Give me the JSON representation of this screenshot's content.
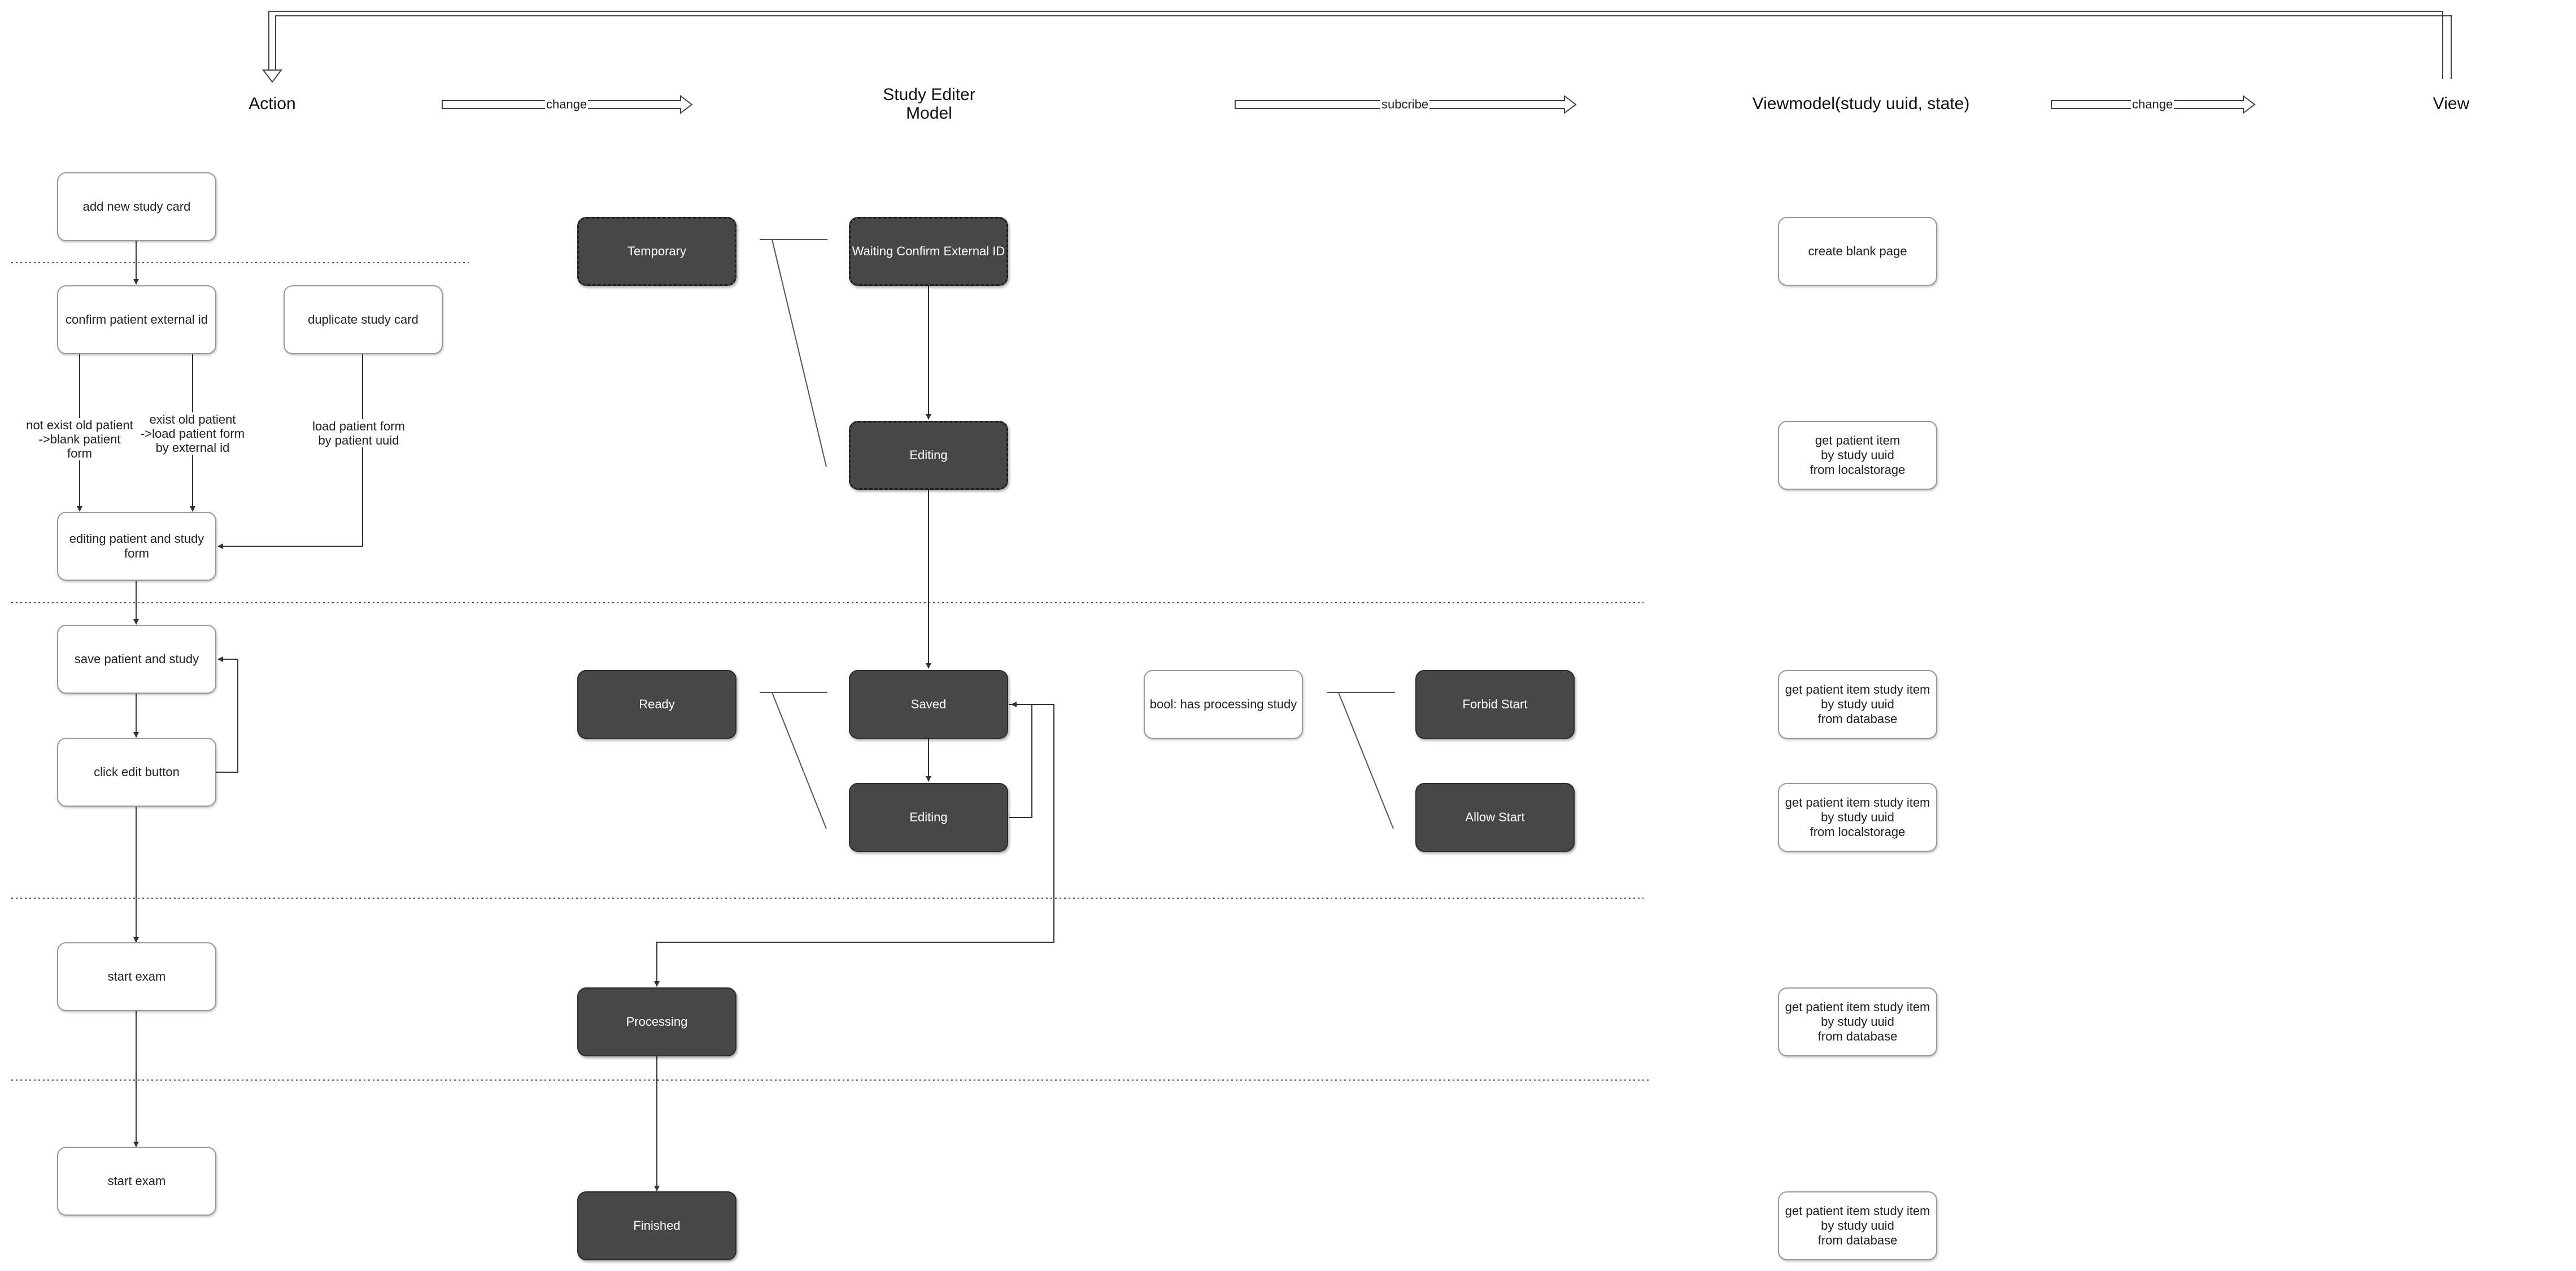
{
  "columns": {
    "action": "Action",
    "model": "Study Editer\nModel",
    "viewmodel": "Viewmodel(study uuid, state)",
    "view": "View"
  },
  "arrows": {
    "change_1": "change",
    "subscribe": "subcribe",
    "change_2": "change"
  },
  "actions": {
    "add_new_study_card": "add new study card",
    "confirm_patient_external_id": "confirm patient external id",
    "duplicate_study_card": "duplicate study card",
    "editing_patient_and_study_form": "editing patient and study\nform",
    "save_patient_and_study": "save patient and study",
    "click_edit_button": "click edit button",
    "start_exam_1": "start exam",
    "start_exam_2": "start exam"
  },
  "edge_labels": {
    "not_exist": "not exist old patient\n->blank patient\nform",
    "exist": "exist old patient\n->load patient form\nby external id",
    "load_by_uuid": "load patient form\nby patient uuid"
  },
  "states": {
    "temporary": "Temporary",
    "waiting_confirm": "Waiting Confirm External ID",
    "editing_1": "Editing",
    "ready": "Ready",
    "saved": "Saved",
    "editing_2": "Editing",
    "processing": "Processing",
    "finished": "Finished"
  },
  "subscription": {
    "bool_label": "bool: has processing study",
    "forbid_start": "Forbid Start",
    "allow_start": "Allow Start"
  },
  "viewmodel_items": {
    "create_blank_page": "create blank page",
    "localstorage_patient": "get patient item\nby study uuid\nfrom localstorage",
    "database_1": "get patient item study item\nby study uuid\nfrom database",
    "localstorage_study": "get patient item study item\nby study uuid\nfrom localstorage",
    "database_2": "get patient item study item\nby study uuid\nfrom database",
    "database_3": "get patient item study item\nby study uuid\nfrom database"
  },
  "colors": {
    "dark_node": "#474747",
    "light_border": "#9a9a9a",
    "line": "#333333"
  }
}
